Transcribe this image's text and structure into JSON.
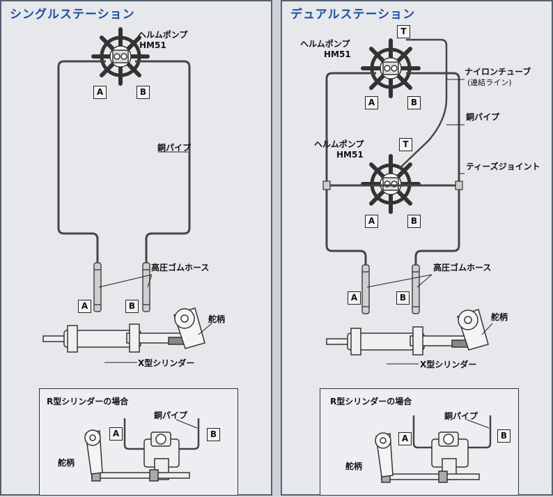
{
  "left": {
    "title": "シングルステーション",
    "helm_pump_label": "ヘルムポンプ",
    "helm_pump_model": "HM51",
    "port_a": "A",
    "port_b": "B",
    "copper_pipe": "銅パイプ",
    "rubber_hose": "高圧ゴムホース",
    "tiller": "舵柄",
    "x_cylinder": "X型シリンダー",
    "r_case_title": "R型シリンダーの場合",
    "r_copper_pipe": "銅パイプ",
    "r_tiller": "舵柄"
  },
  "right": {
    "title": "デュアルステーション",
    "helm_pump_label": "ヘルムポンプ",
    "helm_pump_model": "HM51",
    "helm_pump_label_2": "ヘルムポンプ",
    "helm_pump_model_2": "HM51",
    "port_a": "A",
    "port_b": "B",
    "port_t": "T",
    "nylon_tube": "ナイロンチューブ",
    "nylon_tube_note": "(連結ライン)",
    "copper_pipe": "銅パイプ",
    "tee_joint": "ティーズジョイント",
    "rubber_hose": "高圧ゴムホース",
    "tiller": "舵柄",
    "x_cylinder": "X型シリンダー",
    "r_case_title": "R型シリンダーの場合",
    "r_copper_pipe": "銅パイプ",
    "r_tiller": "舵柄"
  },
  "colors": {
    "title": "#1f4fa0",
    "panel_bg": "#e6e8ec",
    "line": "#333333"
  }
}
